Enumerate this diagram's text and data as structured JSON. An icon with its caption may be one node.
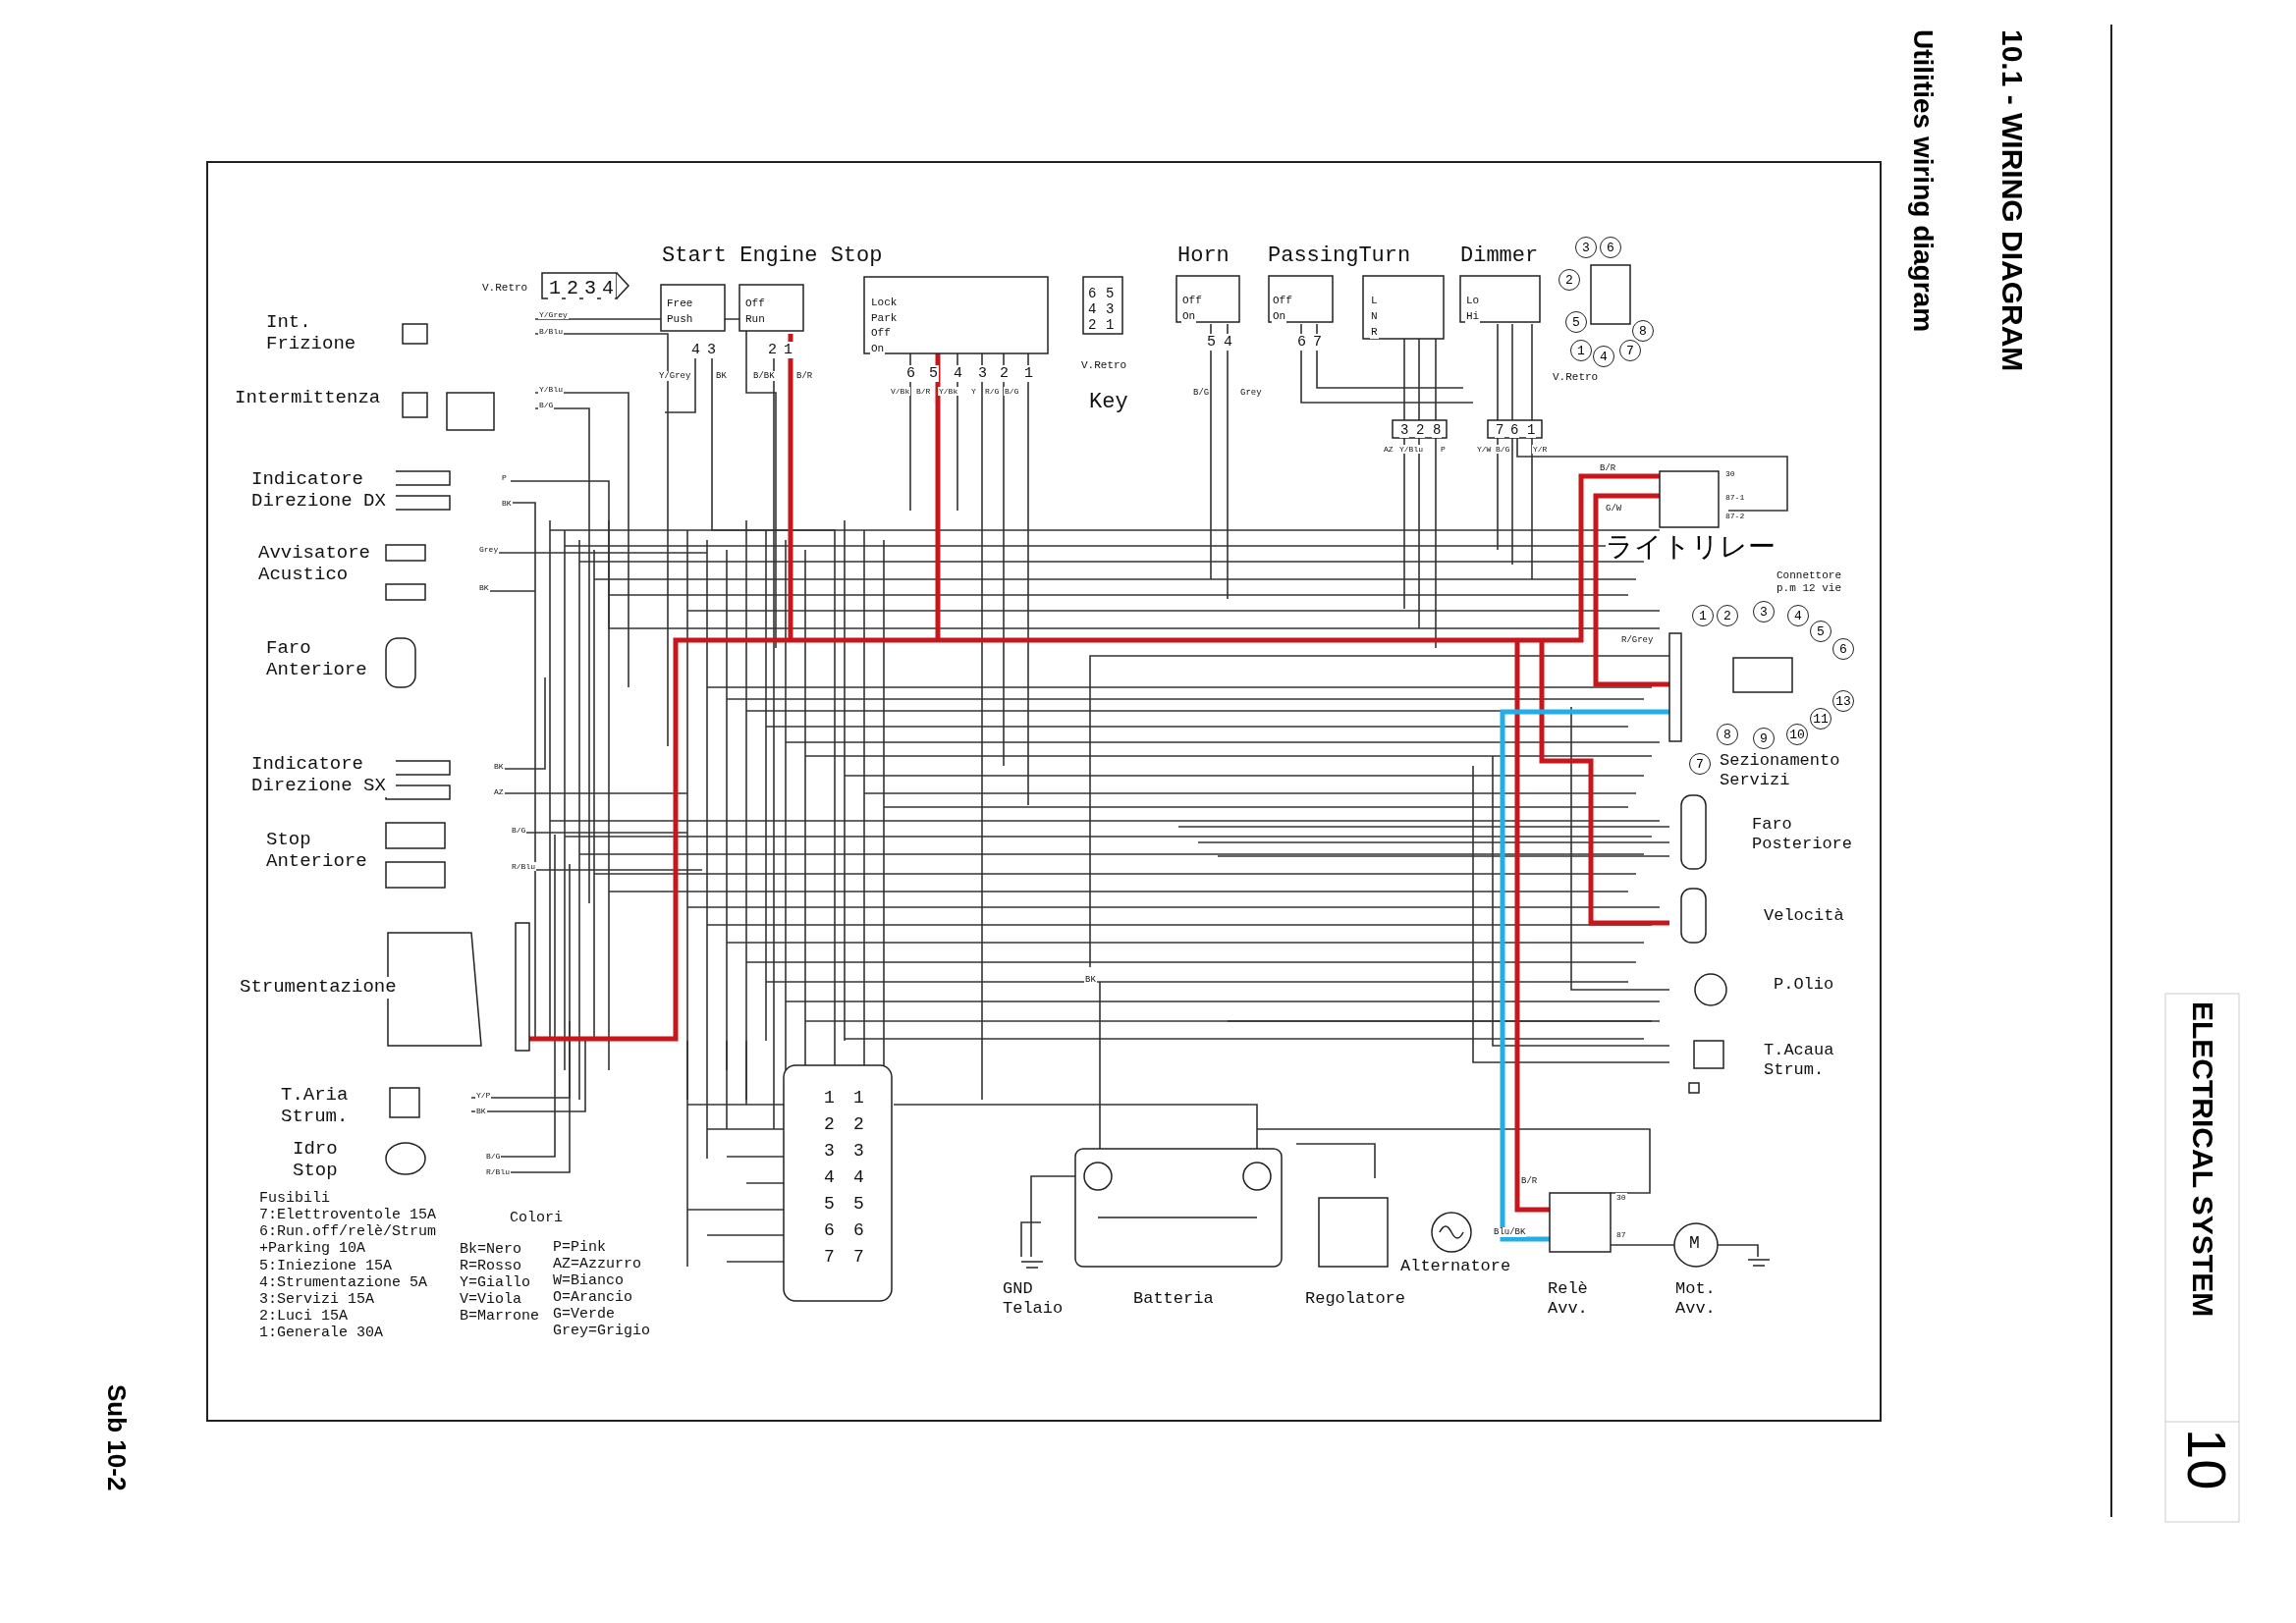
{
  "diagram": {
    "title": "10.1 - WIRING DIAGRAM",
    "caption": "Utilities wiring diagram",
    "labels": [
      "ELECTRICAL SYSTEM",
      "10",
      "Sub 10-2",
      "Int. Frizione",
      "Intermittenza",
      "Indicatore Direzione DX",
      "Avvisatore Acustico",
      "Faro Anteriore",
      "Indicatore Direzione SX",
      "Stop Anteriore",
      "Strumentazione",
      "T.Aria Strum.",
      "Idro Stop",
      "Fusibili",
      "7:Elettroventole 15A",
      "6:Run.off/relè/Strum +Parking 10A",
      "5:Iniezione 15A",
      "4:Strumentazione 5A",
      "3:Servizi 15A",
      "2:Luci 15A",
      "1:Generale 30A",
      "Colori",
      "Bk=Nero",
      "R=Rosso",
      "Y=Giallo",
      "V=Viola",
      "B=Marrone",
      "P=Pink",
      "AZ=Azzurro",
      "W=Bianco",
      "O=Arancio",
      "G=Verde",
      "Grey=Grigio",
      "V.Retro",
      "1",
      "2",
      "3",
      "4",
      "Start Engine Stop",
      "Free",
      "Push",
      "Off",
      "Run",
      "4",
      "3",
      "2",
      "1",
      "Y/Grey",
      "BK",
      "B/BK",
      "B/R",
      "Lock",
      "Park",
      "Off",
      "On",
      "6",
      "5",
      "4",
      "3",
      "2",
      "1",
      "V/Bk",
      "B/R",
      "Y/Bk",
      "Y",
      "R/G",
      "B/G",
      "6",
      "5",
      "4",
      "3",
      "2",
      "1",
      "V.Retro",
      "Key",
      "Horn",
      "Off",
      "On",
      "5",
      "4",
      "B/G",
      "Grey",
      "PassingTurn",
      "Off",
      "On",
      "6",
      "7",
      "L",
      "N",
      "R",
      "Dimmer",
      "Lo",
      "Hi",
      "3",
      "6",
      "2",
      "5",
      "8",
      "1",
      "4",
      "7",
      "V.Retro",
      "3",
      "2",
      "8",
      "7",
      "6",
      "1",
      "AZ",
      "Y/Blu",
      "P",
      "Y/W",
      "B/G",
      "Y/R",
      "B/R",
      "G/W",
      "30",
      "87-1",
      "87-2",
      "ライトリレー",
      "Connettore p.m 12 vie",
      "R/Grey",
      "1",
      "2",
      "3",
      "4",
      "5",
      "6",
      "13",
      "11",
      "10",
      "9",
      "8",
      "7",
      "Sezionamento Servizi",
      "Faro Posteriore",
      "Velocità",
      "P.Olio",
      "T.Acaua Strum.",
      "BK",
      "GND Telaio",
      "Batteria",
      "Regolatore",
      "Alternatore",
      "Relè Avv.",
      "Mot. Avv.",
      "M",
      "B/R",
      "Blu/BK",
      "30",
      "87",
      "1",
      "2",
      "3",
      "4",
      "5",
      "6",
      "7",
      "1",
      "2",
      "3",
      "4",
      "5",
      "6",
      "7",
      "Y/Grey",
      "B/Blu",
      "Y/Blu",
      "B/G",
      "P",
      "BK",
      "Grey",
      "BK",
      "BK",
      "AZ",
      "B/G",
      "R/Blu",
      "Y/P",
      "BK",
      "B/G",
      "R/Blu"
    ]
  }
}
